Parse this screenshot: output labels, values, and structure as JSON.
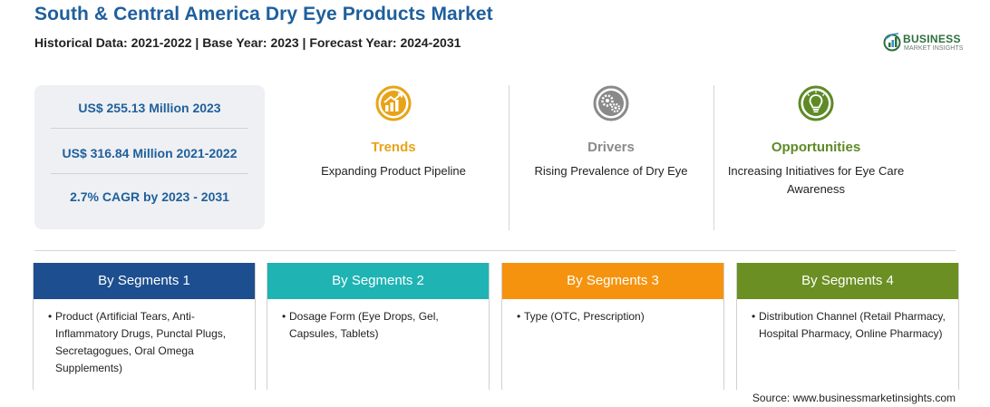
{
  "header": {
    "title": "South & Central America Dry Eye Products Market",
    "subtitle": "Historical Data: 2021-2022 | Base Year: 2023 | Forecast Year: 2024-2031"
  },
  "logo": {
    "brand": "BUSINESS",
    "tagline": "MARKET INSIGHTS",
    "colors": {
      "brand": "#2e6f3e",
      "accent": "#3a8ec7"
    }
  },
  "stats": [
    {
      "label": "US$ 255.13 Million 2023"
    },
    {
      "label": "US$ 316.84 Million 2021-2022"
    },
    {
      "label": "2.7% CAGR by 2023 - 2031"
    }
  ],
  "factors": [
    {
      "icon": "trend-chart-icon",
      "heading": "Trends",
      "description": "Expanding Product Pipeline",
      "color": "#e8a317"
    },
    {
      "icon": "gears-icon",
      "heading": "Drivers",
      "description": "Rising Prevalence of Dry Eye",
      "color": "#8a8a8a"
    },
    {
      "icon": "lightbulb-icon",
      "heading": "Opportunities",
      "description": "Increasing Initiatives for Eye Care Awareness",
      "color": "#5e8a26"
    }
  ],
  "segments": [
    {
      "title": "By Segments 1",
      "color": "#1d4e8f",
      "items": [
        "Product (Artificial Tears, Anti-Inflammatory Drugs, Punctal Plugs, Secretagogues, Oral Omega Supplements)"
      ]
    },
    {
      "title": "By Segments 2",
      "color": "#1fb3b3",
      "items": [
        "Dosage Form (Eye Drops, Gel, Capsules, Tablets)"
      ]
    },
    {
      "title": "By Segments 3",
      "color": "#f5930f",
      "items": [
        "Type (OTC, Prescription)"
      ]
    },
    {
      "title": "By Segments 4",
      "color": "#6b8f23",
      "items": [
        "Distribution Channel (Retail Pharmacy, Hospital Pharmacy, Online Pharmacy)"
      ]
    }
  ],
  "footer": {
    "source": "Source: www.businessmarketinsights.com"
  }
}
